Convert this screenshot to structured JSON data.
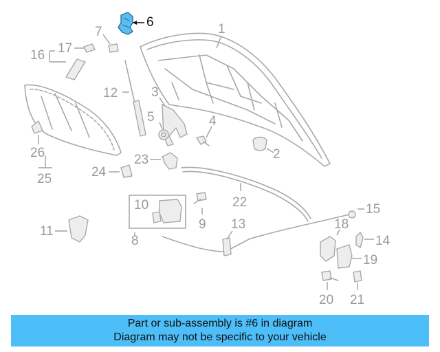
{
  "diagram": {
    "labels": [
      {
        "id": "1",
        "text": "1"
      },
      {
        "id": "2",
        "text": "2"
      },
      {
        "id": "3",
        "text": "3"
      },
      {
        "id": "4",
        "text": "4"
      },
      {
        "id": "5",
        "text": "5"
      },
      {
        "id": "6",
        "text": "6"
      },
      {
        "id": "7",
        "text": "7"
      },
      {
        "id": "8",
        "text": "8"
      },
      {
        "id": "9",
        "text": "9"
      },
      {
        "id": "10",
        "text": "10"
      },
      {
        "id": "11",
        "text": "11"
      },
      {
        "id": "12",
        "text": "12"
      },
      {
        "id": "13",
        "text": "13"
      },
      {
        "id": "14",
        "text": "14"
      },
      {
        "id": "15",
        "text": "15"
      },
      {
        "id": "16",
        "text": "16"
      },
      {
        "id": "17",
        "text": "17"
      },
      {
        "id": "18",
        "text": "18"
      },
      {
        "id": "19",
        "text": "19"
      },
      {
        "id": "20",
        "text": "20"
      },
      {
        "id": "21",
        "text": "21"
      },
      {
        "id": "22",
        "text": "22"
      },
      {
        "id": "23",
        "text": "23"
      },
      {
        "id": "24",
        "text": "24"
      },
      {
        "id": "25",
        "text": "25"
      },
      {
        "id": "26",
        "text": "26"
      }
    ],
    "highlighted_part": "6",
    "highlight_color": "#5bbdf0"
  },
  "banner": {
    "line1": "Part or sub-assembly is #6 in diagram",
    "line2": "Diagram may not be specific to your vehicle",
    "background": "#4dbef7"
  }
}
